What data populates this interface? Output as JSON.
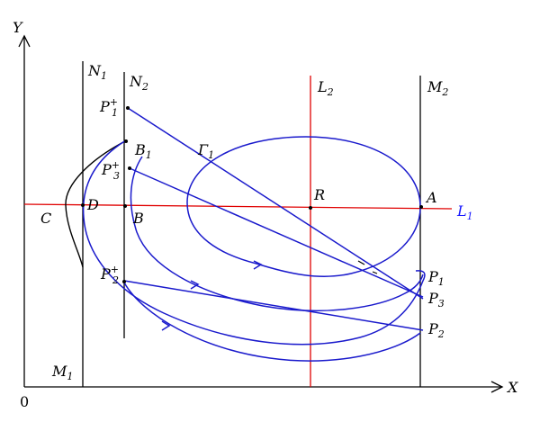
{
  "labels": {
    "y_axis": "Y",
    "x_axis": "X",
    "origin": "0",
    "N1": {
      "base": "N",
      "sub": "1"
    },
    "N2": {
      "base": "N",
      "sub": "2"
    },
    "L2": {
      "base": "L",
      "sub": "2"
    },
    "M2": {
      "base": "M",
      "sub": "2"
    },
    "M1": {
      "base": "M",
      "sub": "1"
    },
    "L1": {
      "base": "L",
      "sub": "1"
    },
    "P1plus": {
      "base": "P",
      "sub": "1",
      "sup": "+"
    },
    "P2plus": {
      "base": "P",
      "sub": "2",
      "sup": "+"
    },
    "P3plus": {
      "base": "P",
      "sub": "3",
      "sup": "+"
    },
    "B1": {
      "base": "B",
      "sub": "1"
    },
    "Gamma1": {
      "base": "Γ",
      "sub": "1"
    },
    "P1": {
      "base": "P",
      "sub": "1"
    },
    "P2": {
      "base": "P",
      "sub": "2"
    },
    "P3": {
      "base": "P",
      "sub": "3"
    },
    "C": "C",
    "D": "D",
    "B": "B",
    "R": "R",
    "A": "A"
  },
  "colors": {
    "curves": "#1a1acc",
    "red_lines": "#e00000",
    "axes": "#000000",
    "L1_label": "#1a1aff"
  }
}
